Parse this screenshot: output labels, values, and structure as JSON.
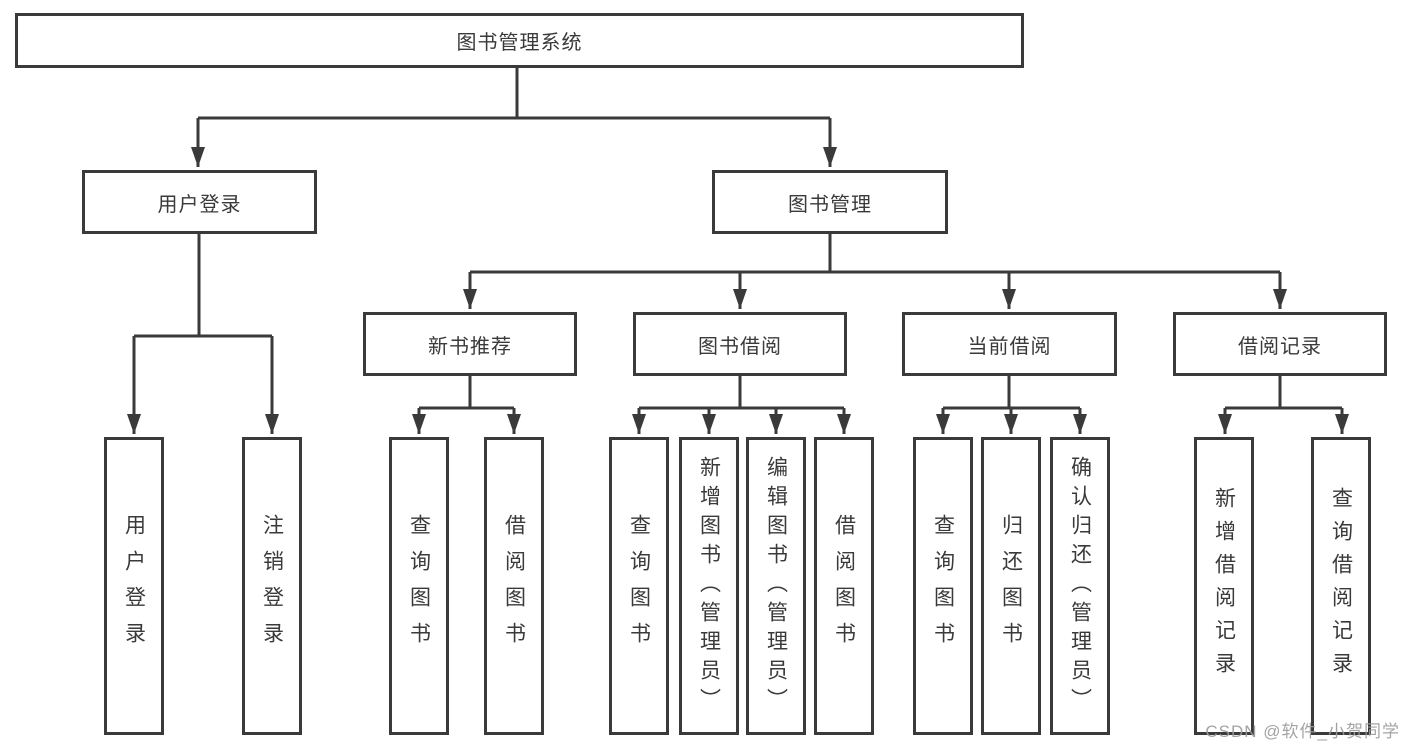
{
  "colors": {
    "line": "#3a3a3a",
    "border": "#3a3a3a",
    "text": "#3a3a3a",
    "watermark": "#9c9c9c",
    "background": "#ffffff"
  },
  "tree": {
    "label": "图书管理系统",
    "children": [
      {
        "label": "用户登录",
        "children": [
          {
            "label": "用户登录"
          },
          {
            "label": "注销登录"
          }
        ]
      },
      {
        "label": "图书管理",
        "children": [
          {
            "label": "新书推荐",
            "children": [
              {
                "label": "查询图书"
              },
              {
                "label": "借阅图书"
              }
            ]
          },
          {
            "label": "图书借阅",
            "children": [
              {
                "label": "查询图书"
              },
              {
                "label": "新增图书（管理员）"
              },
              {
                "label": "编辑图书（管理员）"
              },
              {
                "label": "借阅图书"
              }
            ]
          },
          {
            "label": "当前借阅",
            "children": [
              {
                "label": "查询图书"
              },
              {
                "label": "归还图书"
              },
              {
                "label": "确认归还（管理员）"
              }
            ]
          },
          {
            "label": "借阅记录",
            "children": [
              {
                "label": "新增借阅记录"
              },
              {
                "label": "查询借阅记录"
              }
            ]
          }
        ]
      }
    ]
  },
  "watermark": {
    "text": "CSDN @软件_小贺同学"
  }
}
